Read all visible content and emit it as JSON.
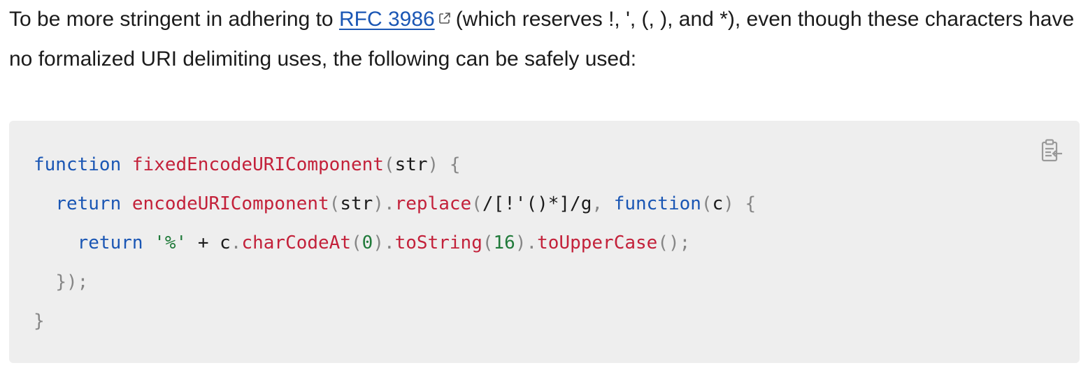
{
  "prose": {
    "text_before_link": "To be more stringent in adhering to ",
    "link_text": "RFC 3986",
    "text_after_link": "(which reserves !, ', (, ), and *), even though these characters have no formalized URI delimiting uses, the following can be safely used:"
  },
  "code": {
    "language": "javascript",
    "line1": {
      "kw_function": "function",
      "fn_name": "fixedEncodeURIComponent",
      "open_paren": "(",
      "param": "str",
      "close_paren": ")",
      "open_brace": "{"
    },
    "line2": {
      "kw_return": "return",
      "fn_encode": "encodeURIComponent",
      "open_paren": "(",
      "arg": "str",
      "close_paren": ")",
      "dot": ".",
      "fn_replace": "replace",
      "open_paren2": "(",
      "regex": "/[!'()*]/g",
      "comma": ",",
      "kw_function": "function",
      "open_paren3": "(",
      "param": "c",
      "close_paren3": ")",
      "open_brace": "{"
    },
    "line3": {
      "kw_return": "return",
      "str_percent": "'%'",
      "plus": "+",
      "ident_c": "c",
      "dot1": ".",
      "fn_charCodeAt": "charCodeAt",
      "open_paren1": "(",
      "num_zero": "0",
      "close_paren1": ")",
      "dot2": ".",
      "fn_toString": "toString",
      "open_paren2": "(",
      "num_sixteen": "16",
      "close_paren2": ")",
      "dot3": ".",
      "fn_toUpperCase": "toUpperCase",
      "parens": "()",
      "semicolon": ";"
    },
    "line4": {
      "close": "});"
    },
    "line5": {
      "close": "}"
    }
  },
  "icons": {
    "external_link": "external-link-icon",
    "copy": "clipboard-copy-icon"
  },
  "colors": {
    "link": "#1a56b4",
    "keyword": "#1a56b4",
    "function": "#c3213a",
    "string": "#207a3a",
    "punctuation": "#868686",
    "code_background": "#eeeeee"
  }
}
